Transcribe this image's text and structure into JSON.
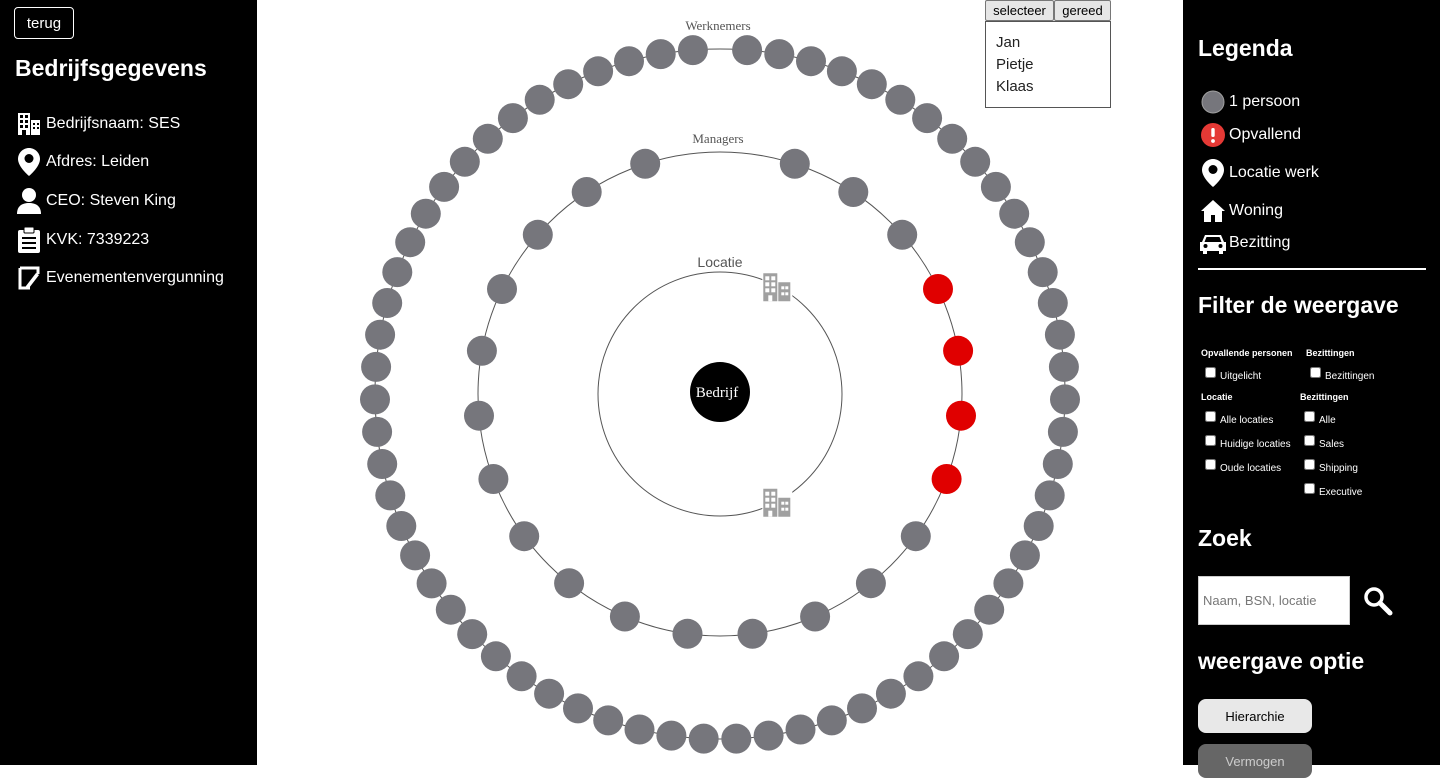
{
  "back_button": "terug",
  "company": {
    "title": "Bedrijfsgegevens",
    "items": [
      {
        "icon": "building-icon",
        "text": "Bedrijfsnaam: SES"
      },
      {
        "icon": "location-pin-icon",
        "text": "Afdres: Leiden"
      },
      {
        "icon": "person-icon",
        "text": "CEO: Steven King"
      },
      {
        "icon": "clipboard-icon",
        "text": "KVK: 7339223"
      },
      {
        "icon": "permit-icon",
        "text": "Evenementenvergunning"
      }
    ]
  },
  "diagram": {
    "center_label": "Bedrijf",
    "rings": [
      {
        "label": "Locatie",
        "member_count": 2,
        "member_icon": "building-icon"
      },
      {
        "label": "Managers",
        "member_count": 22,
        "highlighted_count": 4
      },
      {
        "label": "Werknemers",
        "member_count": 66
      }
    ],
    "colors": {
      "person": "#76767c",
      "highlight": "#e00000",
      "center": "#000000",
      "location_icon": "#a0a0a0",
      "ring": "#555555"
    }
  },
  "selector": {
    "select_label": "selecteer",
    "done_label": "gereed",
    "options": [
      "Jan",
      "Pietje",
      "Klaas"
    ]
  },
  "legend": {
    "title": "Legenda",
    "items": [
      {
        "icon": "person-dot-icon",
        "text": "1 persoon"
      },
      {
        "icon": "alert-icon",
        "text": "Opvallend"
      },
      {
        "icon": "location-pin-icon",
        "text": "Locatie werk"
      },
      {
        "icon": "house-icon",
        "text": "Woning"
      },
      {
        "icon": "car-icon",
        "text": "Bezitting"
      }
    ]
  },
  "filter": {
    "title": "Filter de weergave",
    "groups": {
      "notable": {
        "heading": "Opvallende personen",
        "options": [
          "Uitgelicht"
        ]
      },
      "possessions": {
        "heading": "Bezittingen",
        "options": [
          "Bezittingen"
        ]
      },
      "location": {
        "heading": "Locatie",
        "options": [
          "Alle locaties",
          "Huidige locaties",
          "Oude locaties"
        ]
      },
      "departments": {
        "heading": "Bezittingen",
        "options": [
          "Alle",
          "Sales",
          "Shipping",
          "Executive"
        ]
      }
    }
  },
  "search": {
    "title": "Zoek",
    "placeholder": "Naam, BSN, locatie"
  },
  "view_option": {
    "title": "weergave optie",
    "buttons": [
      "Hierarchie",
      "Vermogen"
    ]
  }
}
